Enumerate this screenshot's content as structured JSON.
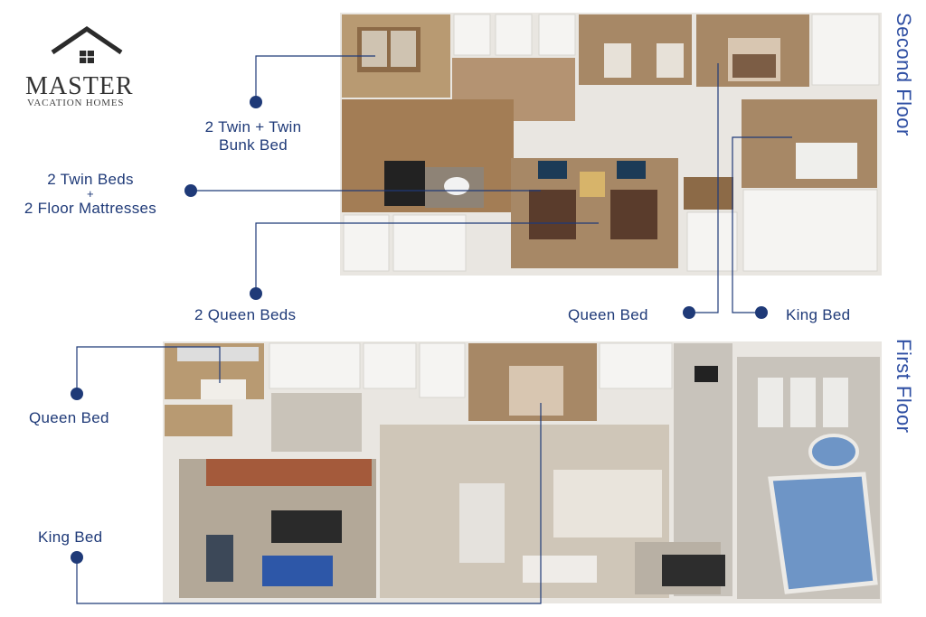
{
  "brand": {
    "name": "MASTER",
    "tagline": "VACATION HOMES",
    "logo_icon": "house-roof-icon"
  },
  "floors": {
    "second": "Second Floor",
    "first": "First Floor"
  },
  "labels": {
    "twin_bunk": [
      "2 Twin + Twin",
      "Bunk Bed"
    ],
    "twin_floor": [
      "2 Twin Beds",
      "+",
      "2 Floor Mattresses"
    ],
    "queen_beds": "2 Queen Beds",
    "queen_bed_second": "Queen Bed",
    "king_bed_second": "King Bed",
    "queen_bed_first": "Queen Bed",
    "king_bed_first": "King Bed"
  },
  "colors": {
    "accent": "#1f3a78",
    "wall": "#f3f1ee",
    "floor_wood": "#a07b54",
    "carpet": "#b3a898",
    "pool": "#6e95c6",
    "deck": "#c8c3bb"
  }
}
